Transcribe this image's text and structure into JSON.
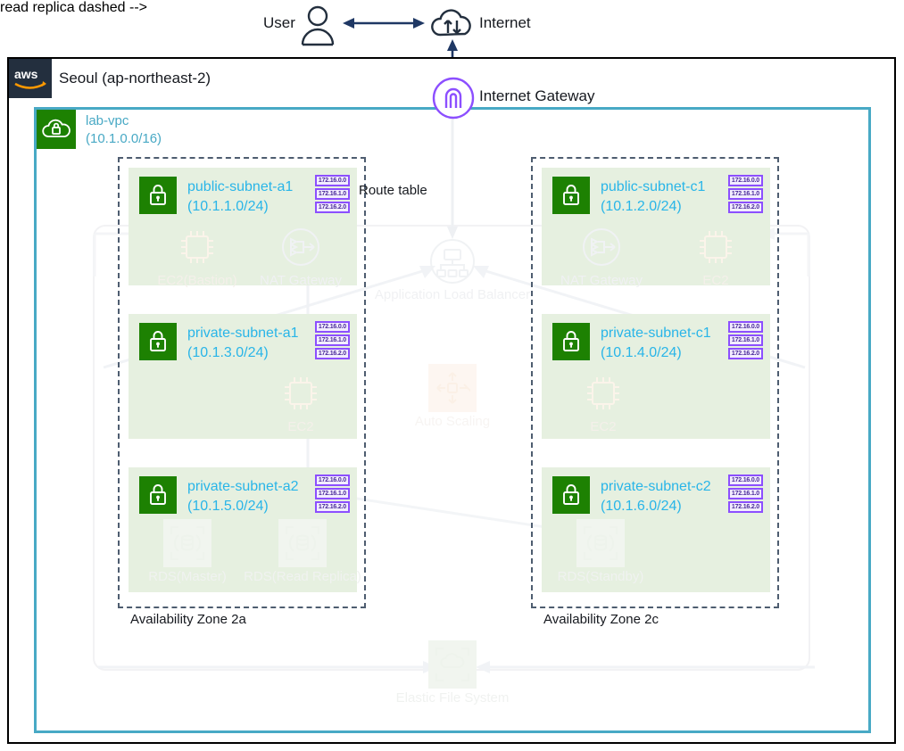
{
  "top": {
    "user_label": "User",
    "user_icon": "user-icon",
    "internet_label": "Internet",
    "internet_icon": "internet-cloud-icon",
    "user_internet_arrow": "bidirectional-arrow"
  },
  "gateway": {
    "label": "Internet Gateway",
    "icon": "internet-gateway-icon",
    "color": "#8c4fff"
  },
  "region": {
    "badge": "aws-logo",
    "title": "Seoul (ap-northeast-2)",
    "border_color": "#000000"
  },
  "vpc": {
    "icon": "vpc-cloud-lock-icon",
    "name": "lab-vpc",
    "cidr": "(10.1.0.0/16)",
    "label_color": "#48a9c5",
    "border_color": "#48a9c5"
  },
  "route_table": {
    "caption": "Route table",
    "entries": [
      "172.16.0.0",
      "172.16.1.0",
      "172.16.2.0"
    ],
    "accent": "#8c4fff"
  },
  "availability_zones": [
    {
      "label": "Availability Zone 2a"
    },
    {
      "label": "Availability Zone 2c"
    }
  ],
  "subnets": [
    {
      "id": "public-subnet-a1",
      "name": "public-subnet-a1",
      "cidr": "(10.1.1.0/24)",
      "icon": "subnet-lock-icon",
      "resources": [
        {
          "name": "EC2(Bastion)",
          "icon": "ec2-icon"
        },
        {
          "name": "NAT Gateway",
          "icon": "nat-gateway-icon"
        }
      ]
    },
    {
      "id": "private-subnet-a1",
      "name": "private-subnet-a1",
      "cidr": "(10.1.3.0/24)",
      "icon": "subnet-lock-icon",
      "resources": [
        {
          "name": "EC2",
          "icon": "ec2-icon"
        }
      ]
    },
    {
      "id": "private-subnet-a2",
      "name": "private-subnet-a2",
      "cidr": "(10.1.5.0/24)",
      "icon": "subnet-lock-icon",
      "resources": [
        {
          "name": "RDS(Master)",
          "icon": "rds-icon"
        },
        {
          "name": "RDS(Read Replica)",
          "icon": "rds-icon"
        }
      ]
    },
    {
      "id": "public-subnet-c1",
      "name": "public-subnet-c1",
      "cidr": "(10.1.2.0/24)",
      "icon": "subnet-lock-icon",
      "resources": [
        {
          "name": "NAT Gateway",
          "icon": "nat-gateway-icon"
        },
        {
          "name": "EC2",
          "icon": "ec2-icon"
        }
      ]
    },
    {
      "id": "private-subnet-c1",
      "name": "private-subnet-c1",
      "cidr": "(10.1.4.0/24)",
      "icon": "subnet-lock-icon",
      "resources": [
        {
          "name": "EC2",
          "icon": "ec2-icon"
        }
      ]
    },
    {
      "id": "private-subnet-c2",
      "name": "private-subnet-c2",
      "cidr": "(10.1.6.0/24)",
      "icon": "subnet-lock-icon",
      "resources": [
        {
          "name": "RDS(Standby)",
          "icon": "rds-icon"
        }
      ]
    }
  ],
  "shared_services": [
    {
      "id": "alb",
      "name": "Application Load Balancer",
      "icon": "load-balancer-icon"
    },
    {
      "id": "asg",
      "name": "Auto Scaling",
      "icon": "auto-scaling-icon"
    },
    {
      "id": "efs",
      "name": "Elastic File System",
      "icon": "elastic-file-system-icon"
    }
  ]
}
